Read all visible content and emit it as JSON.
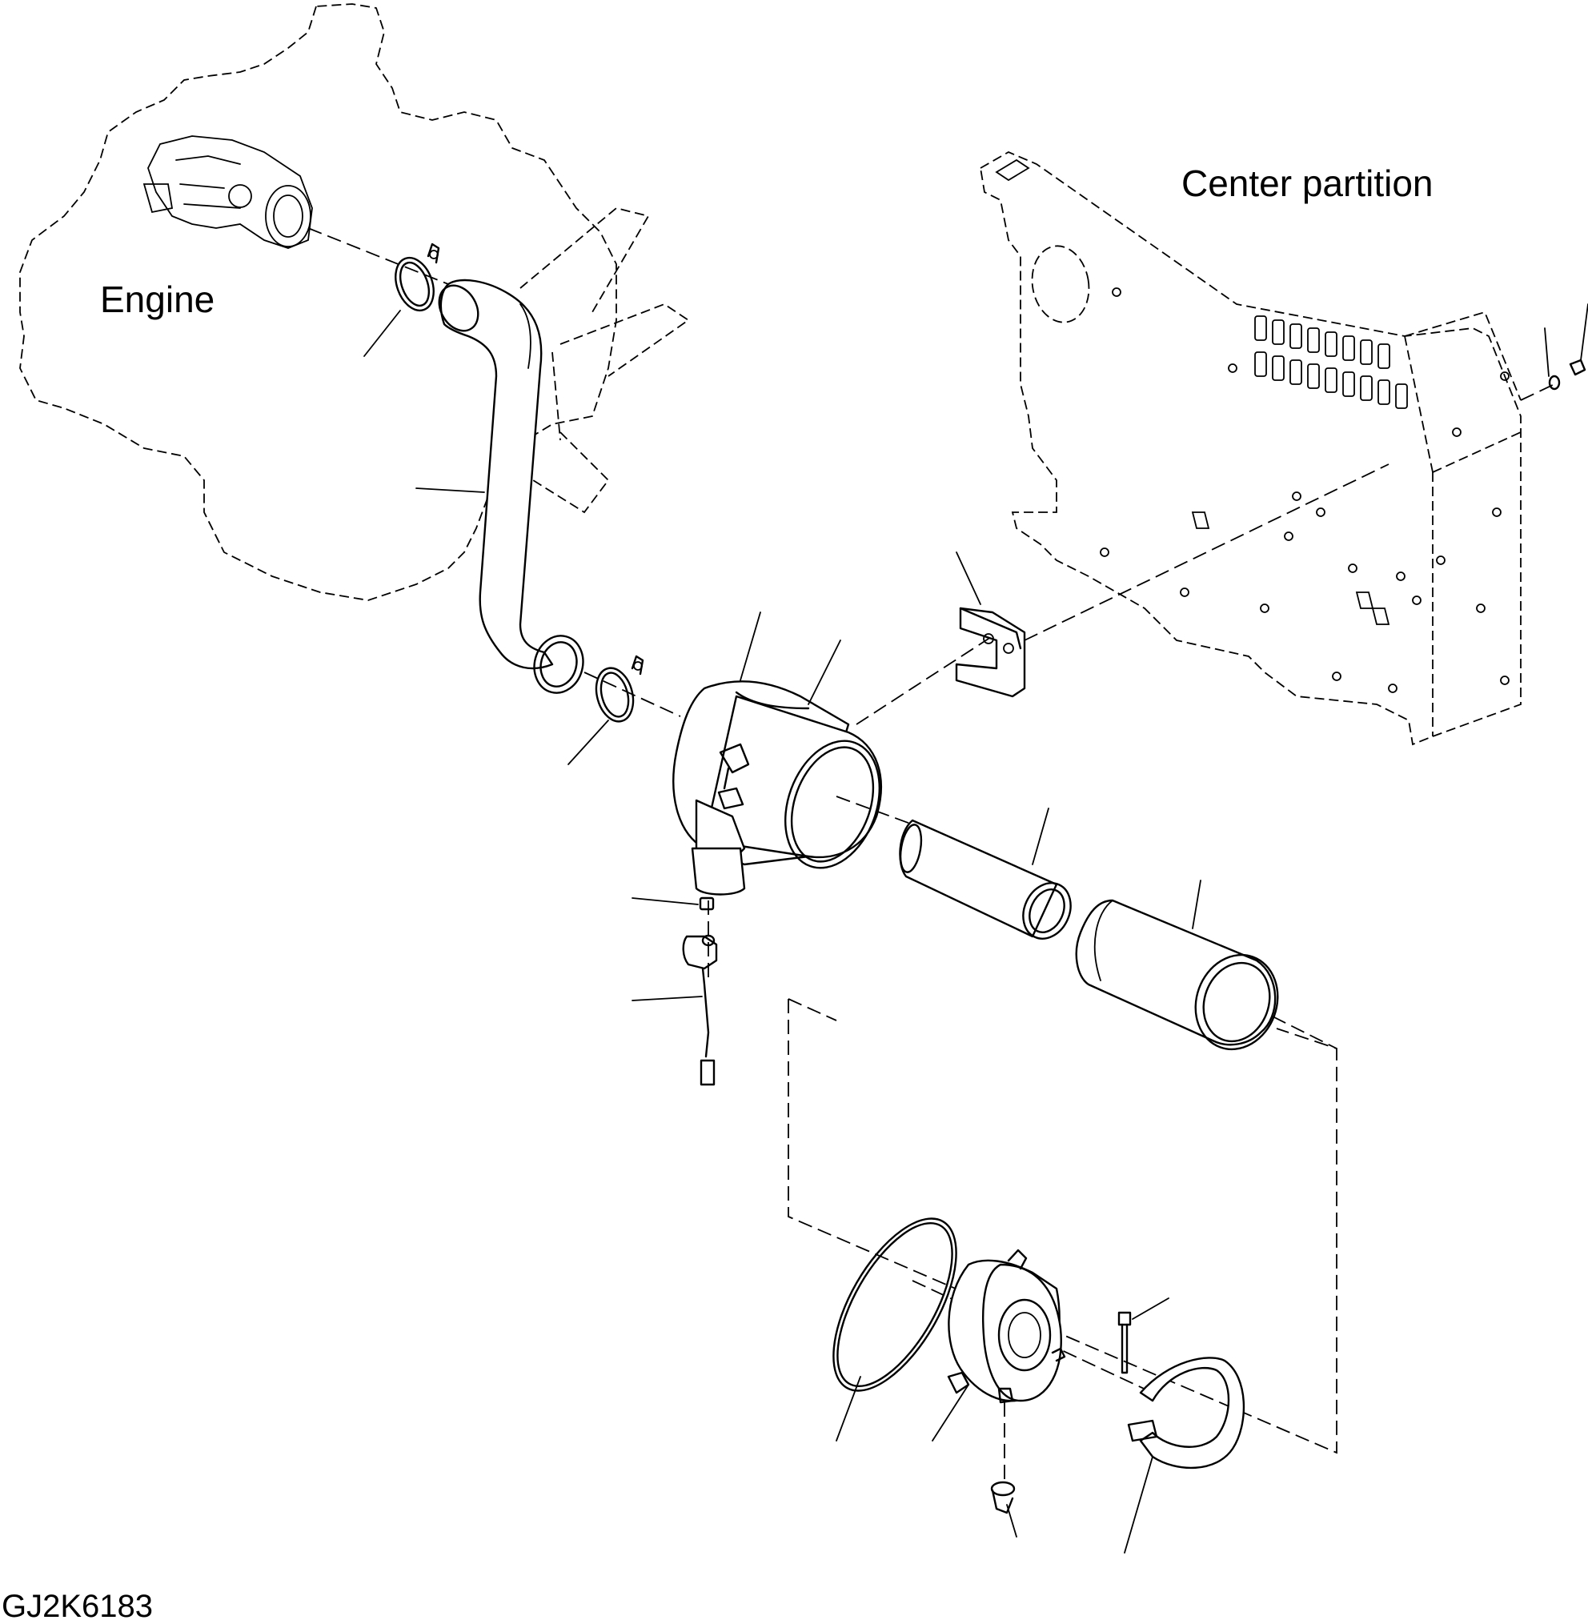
{
  "labels": {
    "engine": "Engine",
    "center_partition": "Center partition",
    "drawing_code": "GJ2K6183"
  }
}
